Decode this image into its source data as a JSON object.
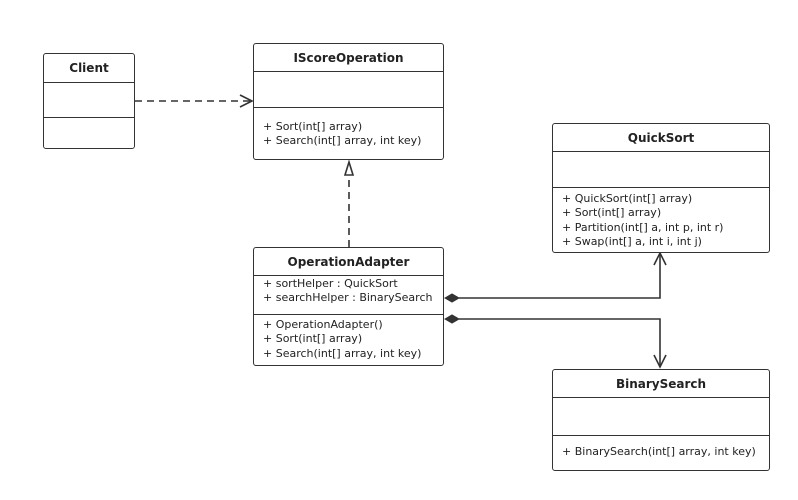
{
  "classes": {
    "client": {
      "name": "Client",
      "attributes": [],
      "methods": []
    },
    "iscore_operation": {
      "name": "IScoreOperation",
      "attributes": [],
      "methods": [
        "+ Sort(int[] array)",
        "+ Search(int[] array, int key)"
      ]
    },
    "quicksort": {
      "name": "QuickSort",
      "attributes": [],
      "methods": [
        "+ QuickSort(int[] array)",
        "+ Sort(int[] array)",
        "+ Partition(int[] a, int p, int r)",
        "+ Swap(int[] a, int i, int j)"
      ]
    },
    "operation_adapter": {
      "name": "OperationAdapter",
      "attributes": [
        "+ sortHelper : QuickSort",
        "+ searchHelper : BinarySearch"
      ],
      "methods": [
        "+ OperationAdapter()",
        "+ Sort(int[] array)",
        "+ Search(int[] array, int key)"
      ]
    },
    "binary_search": {
      "name": "BinarySearch",
      "attributes": [],
      "methods": [
        "+ BinarySearch(int[] array, int key)"
      ]
    }
  },
  "relationships": [
    {
      "type": "dependency",
      "from": "Client",
      "to": "IScoreOperation",
      "line_style": "dashed",
      "arrow": "open"
    },
    {
      "type": "realization",
      "from": "OperationAdapter",
      "to": "IScoreOperation",
      "line_style": "dashed",
      "arrow": "hollow-triangle"
    },
    {
      "type": "composition",
      "from": "OperationAdapter",
      "to": "QuickSort",
      "line_style": "solid",
      "arrow": "open"
    },
    {
      "type": "composition",
      "from": "OperationAdapter",
      "to": "BinarySearch",
      "line_style": "solid",
      "arrow": "open"
    }
  ],
  "colors": {
    "stroke": "#333333",
    "text": "#222222",
    "background": "#ffffff"
  }
}
